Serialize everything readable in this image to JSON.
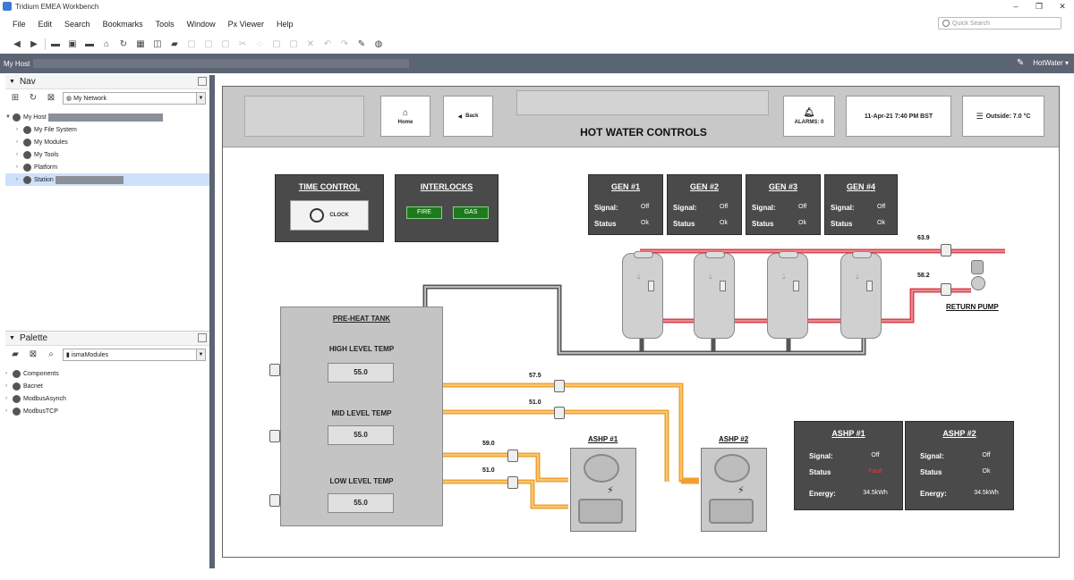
{
  "window": {
    "title": "Tridium EMEA Workbench",
    "controls": [
      "–",
      "❐",
      "✕"
    ]
  },
  "menu": [
    "File",
    "Edit",
    "Search",
    "Bookmarks",
    "Tools",
    "Window",
    "Px Viewer",
    "Help"
  ],
  "quick_search": {
    "placeholder": "Quick Search"
  },
  "pathbar": {
    "host_label": "My Host",
    "view_name": "HotWater"
  },
  "nav": {
    "title": "Nav",
    "combo": "My Network",
    "tree": [
      {
        "label": "My Host",
        "icon": "host-icon",
        "expanded": true
      },
      {
        "label": "My File System",
        "icon": "file-system-icon"
      },
      {
        "label": "My Modules",
        "icon": "modules-icon"
      },
      {
        "label": "My Tools",
        "icon": "tools-icon"
      },
      {
        "label": "Platform",
        "icon": "platform-icon"
      },
      {
        "label": "Station",
        "icon": "station-icon",
        "selected": true
      }
    ]
  },
  "palette": {
    "title": "Palette",
    "combo": "ismaModules",
    "tree": [
      {
        "label": "Components"
      },
      {
        "label": "Bacnet"
      },
      {
        "label": "ModbusAsynch"
      },
      {
        "label": "ModbusTCP"
      }
    ]
  },
  "header": {
    "home": "Home",
    "back": "Back",
    "alarms": "ALARMS: 0",
    "datetime": "11-Apr-21 7:40 PM BST",
    "outside": "Outside: 7.0 °C",
    "title": "HOT WATER CONTROLS"
  },
  "time_control": {
    "title": "TIME CONTROL",
    "button": "CLOCK"
  },
  "interlocks": {
    "title": "INTERLOCKS",
    "fire": "FIRE",
    "gas": "GAS",
    "color": "#1f7a1f"
  },
  "generators": [
    {
      "name": "GEN #1",
      "signal_label": "Signal:",
      "signal": "Off",
      "status_label": "Status",
      "status": "Ok"
    },
    {
      "name": "GEN #2",
      "signal_label": "Signal:",
      "signal": "Off",
      "status_label": "Status",
      "status": "Ok"
    },
    {
      "name": "GEN #3",
      "signal_label": "Signal:",
      "signal": "Off",
      "status_label": "Status",
      "status": "Ok"
    },
    {
      "name": "GEN #4",
      "signal_label": "Signal:",
      "signal": "Off",
      "status_label": "Status",
      "status": "Ok"
    }
  ],
  "flow_temps": {
    "supply": "63.9",
    "return": "58.2",
    "return_pump": "RETURN PUMP"
  },
  "preheat_tank": {
    "title": "PRE-HEAT TANK",
    "high_label": "HIGH LEVEL TEMP",
    "high": "55.0",
    "mid_label": "MID LEVEL TEMP",
    "mid": "55.0",
    "low_label": "LOW LEVEL TEMP",
    "low": "55.0"
  },
  "ashp_pipes": {
    "p1": "57.5",
    "p2": "51.0",
    "p3": "59.0",
    "p4": "51.0"
  },
  "ashp": [
    {
      "name": "ASHP #1",
      "signal_label": "Signal:",
      "signal": "Off",
      "status_label": "Status",
      "status": "Fault",
      "energy_label": "Energy:",
      "energy": "34.5kWh"
    },
    {
      "name": "ASHP #2",
      "signal_label": "Signal:",
      "signal": "Off",
      "status_label": "Status",
      "status": "Ok",
      "energy_label": "Energy:",
      "energy": "34.5kWh"
    }
  ],
  "colors": {
    "hot_pipe": "#d9434f",
    "warm_pipe": "#f0a030",
    "grey_pipe": "#555555",
    "fault": "#e13a3a"
  }
}
